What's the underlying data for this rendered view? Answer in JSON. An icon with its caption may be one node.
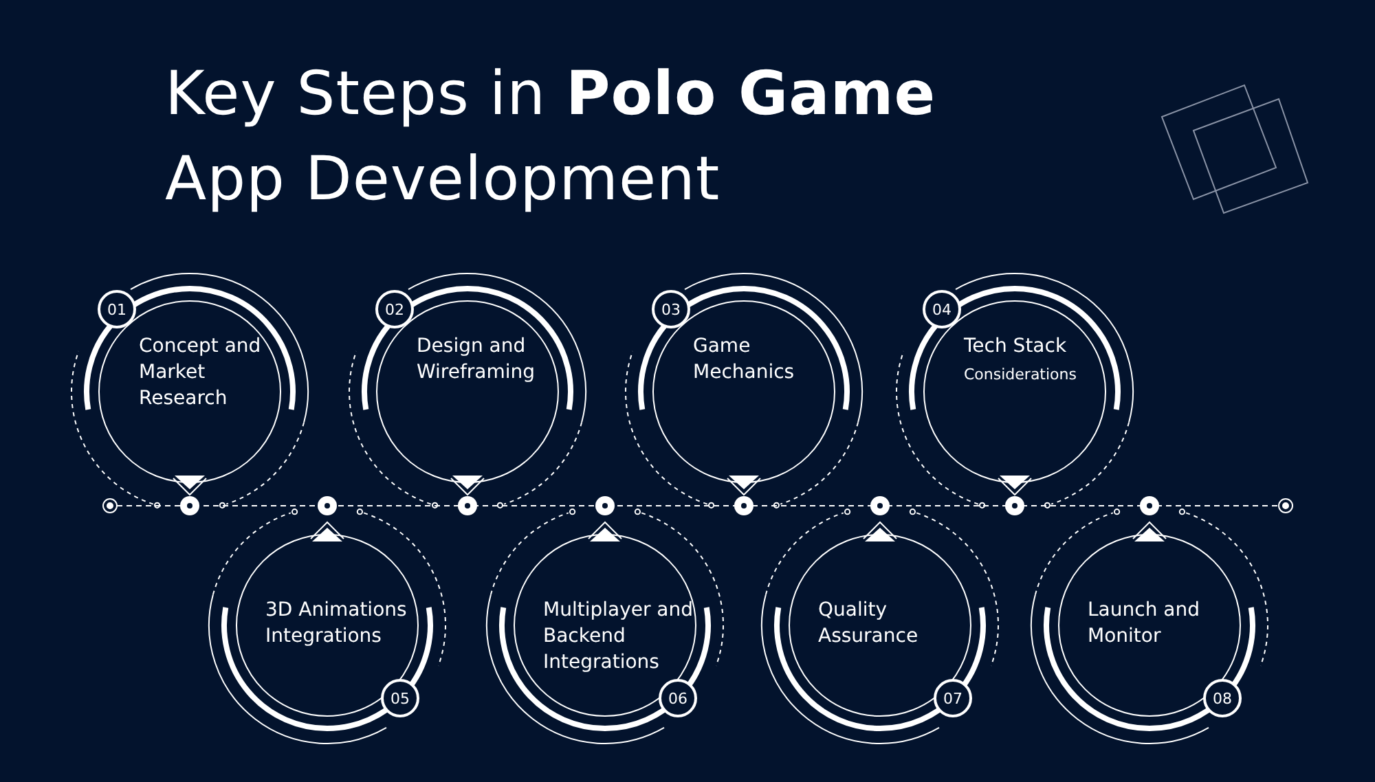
{
  "diagram": {
    "title": "Key Steps in **Polo Game** App Development",
    "nodes": [
      {
        "text": [
          "01",
          "Concept and Market Research"
        ]
      },
      {
        "text": [
          "02",
          "Design and Wireframing"
        ]
      },
      {
        "text": [
          "03",
          "Game Mechanics"
        ]
      },
      {
        "text": [
          "04",
          "Tech Stack",
          "Considerations"
        ]
      },
      {
        "text": [
          "3D Animations Integrations",
          "05"
        ]
      },
      {
        "text": [
          "Multiplayer and Backend Integrations",
          "06"
        ]
      },
      {
        "text": [
          "Quality Assurance",
          "07"
        ]
      },
      {
        "text": [
          "Launch and Monitor",
          "08"
        ]
      }
    ]
  }
}
